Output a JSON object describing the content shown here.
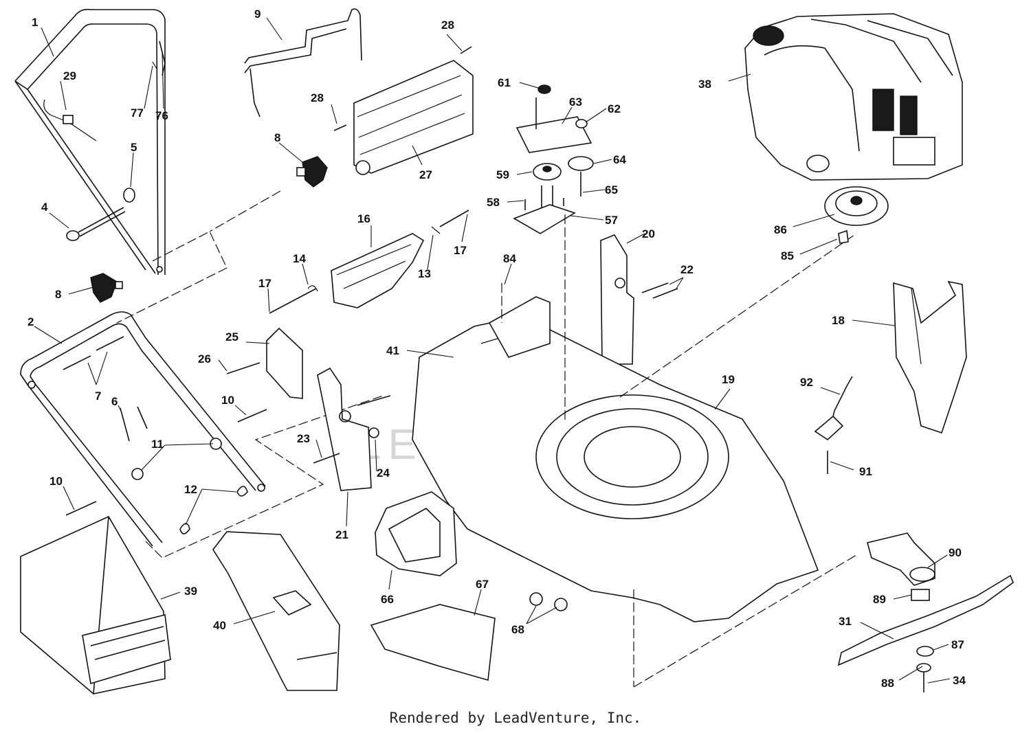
{
  "footer": "Rendered by LeadVenture, Inc.",
  "watermark": "LEADVENTURE",
  "labels": {
    "p1": "1",
    "p2": "2",
    "p4": "4",
    "p5": "5",
    "p6": "6",
    "p7": "7",
    "p8a": "8",
    "p8b": "8",
    "p9": "9",
    "p10a": "10",
    "p10b": "10",
    "p11": "11",
    "p12": "12",
    "p13": "13",
    "p14": "14",
    "p16": "16",
    "p17a": "17",
    "p17b": "17",
    "p18": "18",
    "p19": "19",
    "p20": "20",
    "p21": "21",
    "p22": "22",
    "p23": "23",
    "p24": "24",
    "p25": "25",
    "p26": "26",
    "p27": "27",
    "p28a": "28",
    "p28b": "28",
    "p29": "29",
    "p31": "31",
    "p34": "34",
    "p38": "38",
    "p39": "39",
    "p40": "40",
    "p41": "41",
    "p57": "57",
    "p58": "58",
    "p59": "59",
    "p61": "61",
    "p62": "62",
    "p63": "63",
    "p64": "64",
    "p65": "65",
    "p66": "66",
    "p67": "67",
    "p68": "68",
    "p76": "76",
    "p77": "77",
    "p84": "84",
    "p85": "85",
    "p86": "86",
    "p87": "87",
    "p88": "88",
    "p89": "89",
    "p90": "90",
    "p91": "91",
    "p92": "92"
  }
}
